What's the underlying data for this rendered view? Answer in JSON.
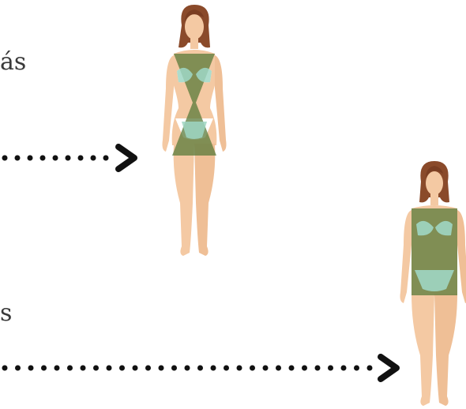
{
  "fragments": {
    "top": "ás",
    "bottom": "s"
  },
  "figures": [
    {
      "id": "hourglass",
      "overlay": "hourglass"
    },
    {
      "id": "rectangle",
      "overlay": "rectangle"
    }
  ],
  "colors": {
    "skin": "#f4c9a3",
    "skin_shadow": "#e6b08a",
    "hair": "#8a4a2a",
    "lingerie": "#ffffff",
    "overlay_green": "#5a7a3a",
    "overlay_teal": "#9fd6c3",
    "text": "#3a3a3a",
    "arrow": "#111111"
  }
}
